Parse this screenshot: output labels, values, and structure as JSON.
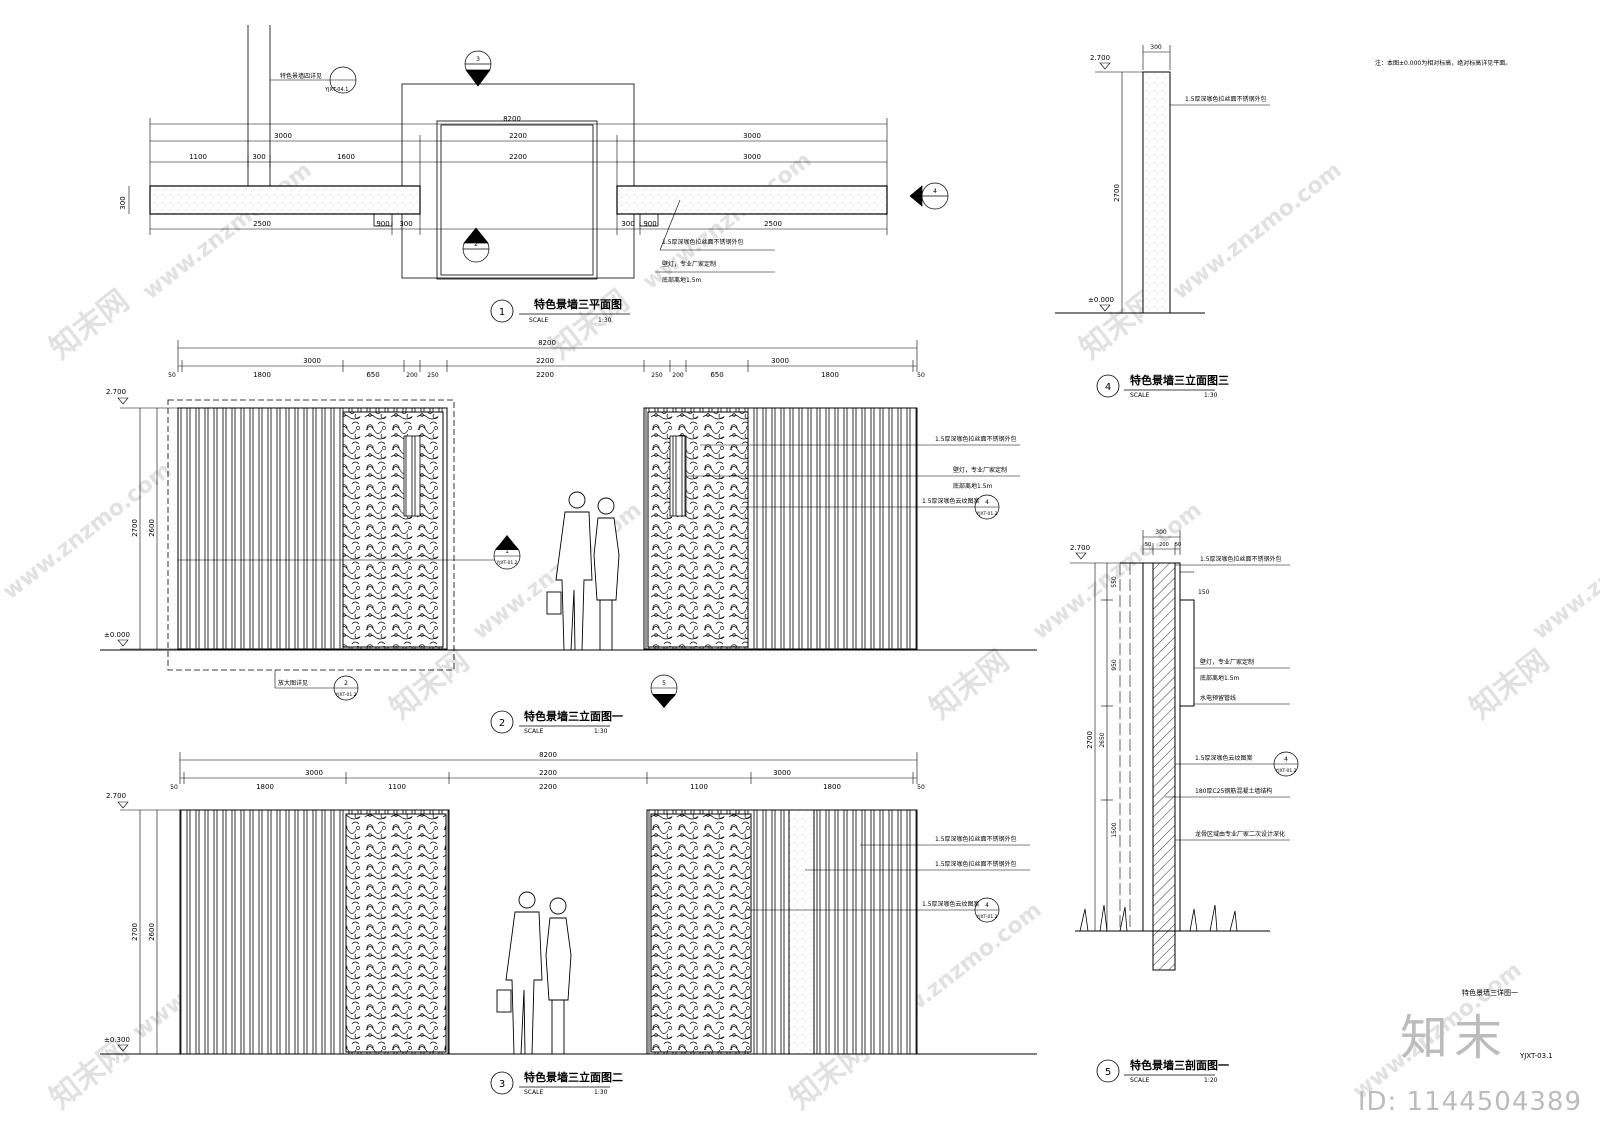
{
  "note": "注：本图±0.000为相对标高，绝对标高详见平面。",
  "views": {
    "plan": {
      "num": "1",
      "title": "特色景墙三平面图",
      "scale_label": "SCALE",
      "scale": "1:30"
    },
    "elev1": {
      "num": "2",
      "title": "特色景墙三立面图一",
      "scale_label": "SCALE",
      "scale": "1:30"
    },
    "elev2": {
      "num": "3",
      "title": "特色景墙三立面图二",
      "scale_label": "SCALE",
      "scale": "1:30"
    },
    "elev3": {
      "num": "4",
      "title": "特色景墙三立面图三",
      "scale_label": "SCALE",
      "scale": "1:30"
    },
    "section": {
      "num": "5",
      "title": "特色景墙三剖面图一",
      "scale_label": "SCALE",
      "scale": "1:20"
    }
  },
  "plan_dims": {
    "total": "8200",
    "left3000": "3000",
    "mid2200": "2200",
    "right3000": "3000",
    "d1100": "1100",
    "d300a": "300",
    "d1600": "1600",
    "d2200b": "2200",
    "d3000b": "3000",
    "d2500a": "2500",
    "d900": "900",
    "d300b": "300",
    "d300c": "300",
    "d900b": "900",
    "d2500b": "2500",
    "h300": "300"
  },
  "plan_labels": {
    "ref_note": "特色景墙四详见",
    "ref_sheet": "YJXT-04.1",
    "l1": "1.5厚深咖色拉丝面不锈钢外包",
    "l2": "壁灯，专业厂家定制",
    "l3": "底部离地1.5m"
  },
  "elev1_dims": {
    "total": "8200",
    "a3000": "3000",
    "b2200": "2200",
    "c3000": "3000",
    "e50a": "50",
    "e1800": "1800",
    "e650": "650",
    "e200": "200",
    "e250": "250",
    "e2200": "2200",
    "e250b": "250",
    "e200b": "200",
    "e650b": "650",
    "e1800b": "1800",
    "e50b": "50",
    "h2700": "2700",
    "h2600": "2600",
    "lv_top": "2.700",
    "lv_bot": "±0.000"
  },
  "elev1_labels": {
    "l1": "1.5厚深咖色拉丝面不锈钢外包",
    "l2": "壁灯，专业厂家定制",
    "l3": "底部离地1.5m",
    "l4": "1.5厚深咖色云纹图案",
    "ref4": "4",
    "ref4s": "YJXT-01.2",
    "ref1": "1",
    "ref1s": "YJXT-01.2",
    "enlarge": "放大图详见",
    "ref2": "2",
    "ref2s": "YJXT-01.2"
  },
  "elev2_dims": {
    "total": "8200",
    "a3000": "3000",
    "b2200": "2200",
    "c3000": "3000",
    "e50a": "50",
    "e1800": "1800",
    "e1100": "1100",
    "e2200": "2200",
    "e1100b": "1100",
    "e1800b": "1800",
    "e50b": "50",
    "h2700": "2700",
    "h2600": "2600",
    "lv_top": "2.700",
    "lv_bot": "±0.300"
  },
  "elev2_labels": {
    "l1": "1.5厚深咖色拉丝面不锈钢外包",
    "l2": "1.5厚深咖色拉丝面不锈钢外包",
    "l3": "1.5厚深咖色云纹图案",
    "ref4": "4",
    "ref4s": "YJXT-01.2"
  },
  "elev3_dims": {
    "w300": "300",
    "h2700": "2700",
    "lv_top": "2.700",
    "lv_bot": "±0.000"
  },
  "elev3_labels": {
    "l1": "1.5厚深咖色拉丝面不锈钢外包"
  },
  "section_dims": {
    "w300": "300",
    "w50": "50",
    "w200": "200",
    "w50b": "50",
    "w150": "150",
    "h2700": "2700",
    "h2650": "2650",
    "h550": "550",
    "h950": "950",
    "h1500": "1500",
    "lv_top": "2.700"
  },
  "section_labels": {
    "l1": "1.5厚深咖色拉丝面不锈钢外包",
    "l2": "壁灯，专业厂家定制",
    "l3": "底部离地1.5m",
    "l4": "水电预留管线",
    "l5": "1.5厚深咖色云纹图案",
    "ref4": "4",
    "ref4s": "YJXT-01.2",
    "l6": "180厚C25钢筋混凝土墙结构",
    "l7": "龙骨区域由专业厂家二次设计深化"
  },
  "sheet_title": "特色景墙三详图一",
  "sheet_no": "YJXT-03.1",
  "watermark_id": "ID: 1144504389",
  "watermark_logo": "知末",
  "watermark_url": "www.znzmo.com",
  "watermark_cn": "知末网"
}
